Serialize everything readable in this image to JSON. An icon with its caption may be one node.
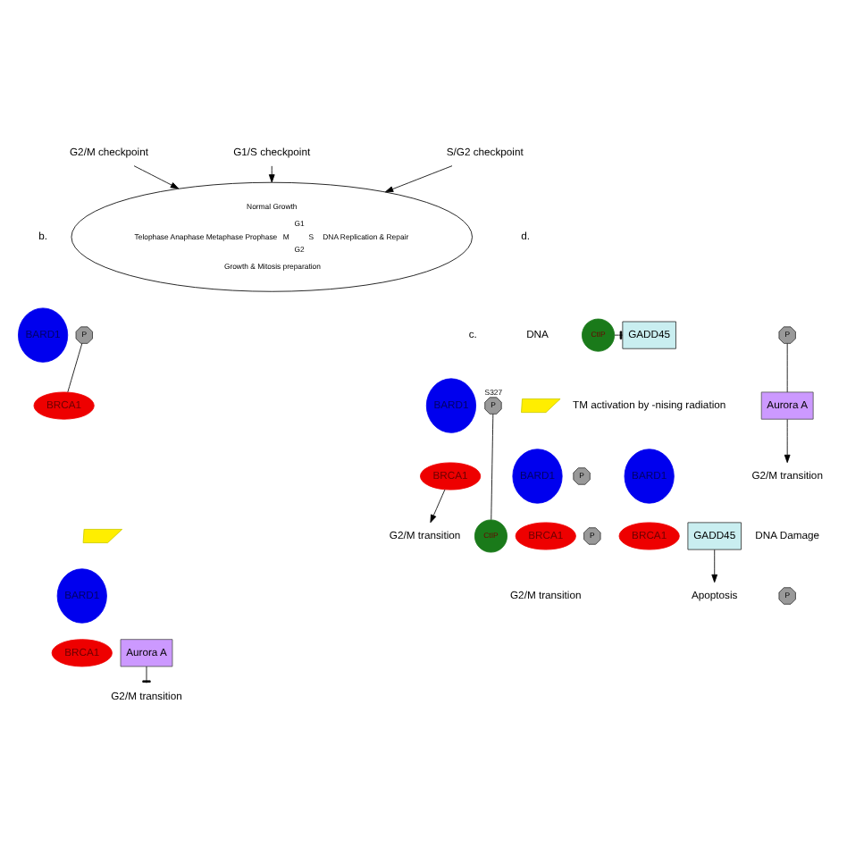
{
  "diagram": {
    "nodes": [
      {
        "text": [
          "Normal Growth",
          "Telophase Anaphase Metaphase Prophase",
          "G1",
          "M",
          "S",
          "G2",
          "DNA Replication & Repair",
          "Growth & Mitosis preparation"
        ]
      },
      {
        "text": [
          "G1/S checkpoint"
        ]
      },
      {
        "text": [
          "G2/M checkpoint"
        ]
      },
      {
        "text": [
          "S/G2 checkpoint"
        ]
      },
      {
        "text": [
          "CtIP"
        ]
      },
      {
        "text": [
          "GADD45"
        ]
      },
      {
        "text": [
          "BARD1"
        ]
      },
      {
        "text": [
          "BRCA1"
        ]
      },
      {
        "text": [
          "GADD45"
        ]
      },
      {
        "text": [
          "Apoptosis"
        ]
      },
      {
        "text": [
          "BARD1"
        ]
      },
      {
        "text": [
          "P"
        ]
      },
      {
        "text": [
          "BRCA1"
        ]
      },
      {
        "text": [
          "Aurora A"
        ]
      },
      {
        "text": [
          "P"
        ]
      },
      {
        "text": [
          "G2/M transition"
        ]
      },
      {
        "text": [],
        "shape": "bolt"
      },
      {
        "text": [
          "BARD1"
        ]
      },
      {
        "text": [
          "P"
        ]
      },
      {
        "text": [
          "BRCA1"
        ]
      },
      {
        "text": [
          "P"
        ]
      },
      {
        "text": [
          "Aurora A"
        ]
      },
      {
        "text": [
          "G2/M transition"
        ]
      },
      {
        "text": [
          "BARD1"
        ]
      },
      {
        "text": [
          "BRCA1"
        ]
      },
      {
        "text": [
          "CtIP"
        ]
      },
      {
        "text": [
          "P"
        ],
        "beside": [
          "S327"
        ]
      },
      {
        "text": [
          "G2/M transition"
        ]
      },
      {
        "text": [],
        "shape": "bolt"
      },
      {
        "text": [
          "BARD1"
        ]
      },
      {
        "text": [
          "P"
        ]
      },
      {
        "text": [
          "BRCA1"
        ]
      },
      {
        "text": [
          "G2/M transition"
        ]
      }
    ],
    "edges": [
      {
        "from": 1,
        "to": 0,
        "arrow": "to"
      },
      {
        "from": 2,
        "to": 0,
        "arrow": "to"
      },
      {
        "from": 3,
        "to": 0,
        "arrow": "to"
      },
      {
        "from": 4,
        "to": 5,
        "arrow": "other"
      },
      {
        "from": 8,
        "to": 9,
        "arrow": "to"
      },
      {
        "from": 11,
        "to": 12,
        "arrow": "none"
      },
      {
        "from": 14,
        "to": 13,
        "arrow": "none"
      },
      {
        "from": 13,
        "to": 15,
        "arrow": "to"
      },
      {
        "from": 21,
        "to": 22,
        "arrow": "other"
      },
      {
        "from": 26,
        "to": 25,
        "arrow": "none"
      },
      {
        "from": 24,
        "to": 27,
        "arrow": "to"
      }
    ],
    "labels": [
      "b.",
      "c.",
      "d.",
      "TM activation by -nising radiation",
      "DNA Damage",
      "DNA"
    ]
  }
}
